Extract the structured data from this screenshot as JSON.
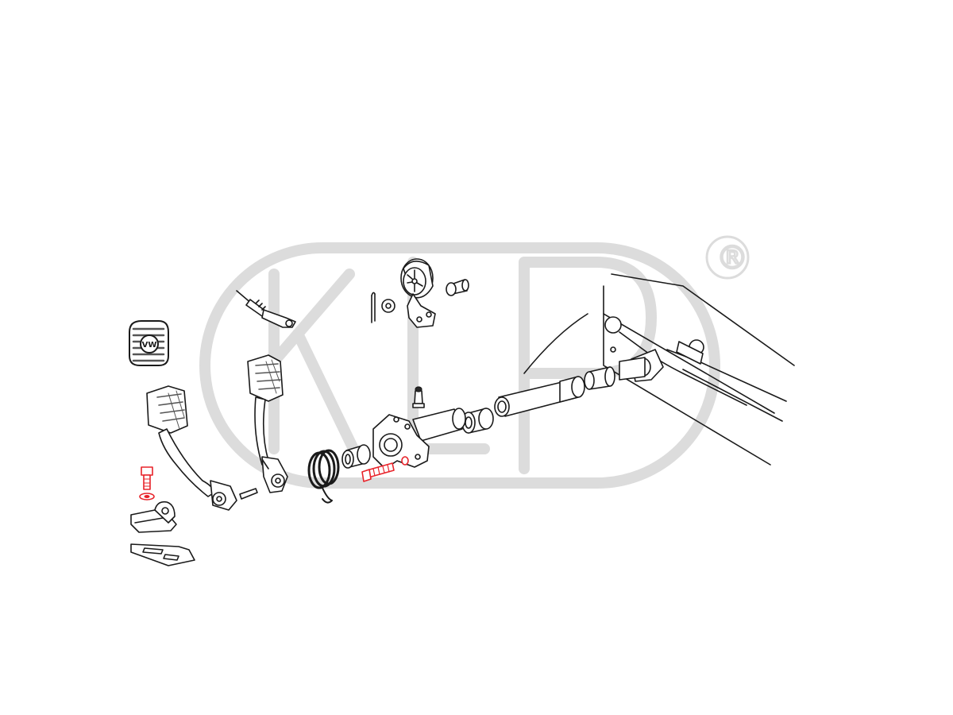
{
  "colors": {
    "highlight": "#e8232a",
    "line": "#1a1a1a",
    "watermark": "#dcdcdc",
    "background": "#ffffff"
  },
  "watermark": {
    "letters": "KLP",
    "registered_mark": "®"
  },
  "pedal_pad": {
    "emblem": "VW"
  },
  "highlighted_parts": [
    "hex-bolt",
    "hex-bolt-washer",
    "pedal-shaft-bolt",
    "pedal-shaft-washer"
  ]
}
